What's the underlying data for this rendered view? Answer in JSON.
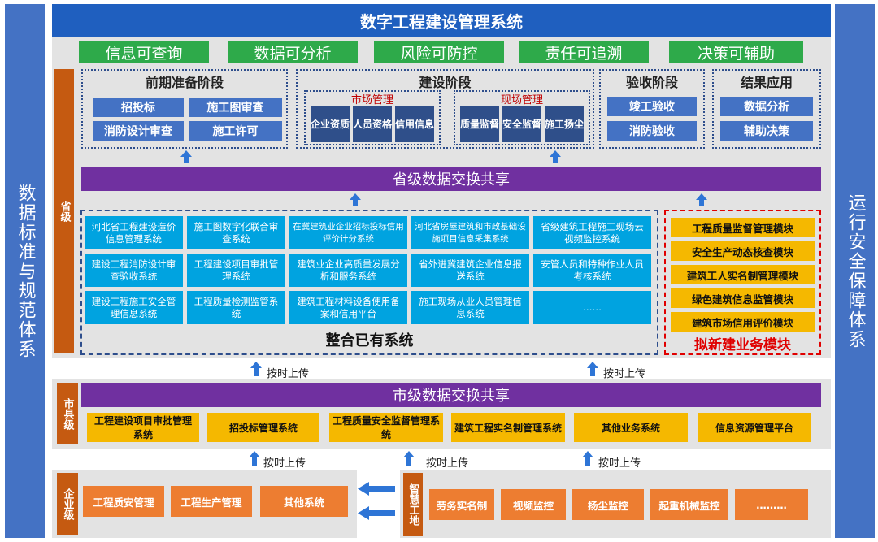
{
  "left_column": "数据标准与规范体系",
  "right_column": "运行安全保障体系",
  "title": "数字工程建设管理系统",
  "goals": [
    "信息可查询",
    "数据可分析",
    "风险可防控",
    "责任可追溯",
    "决策可辅助"
  ],
  "levels": {
    "province": "省级",
    "city": "市县级",
    "enterprise": "企业级",
    "site": "智慧工地"
  },
  "stages": {
    "prep": {
      "title": "前期准备阶段",
      "items": [
        "招投标",
        "施工图审查",
        "消防设计审查",
        "施工许可"
      ]
    },
    "build": {
      "title": "建设阶段",
      "market": {
        "title": "市场管理",
        "items": [
          "企业资质",
          "人员资格",
          "信用信息"
        ]
      },
      "site": {
        "title": "现场管理",
        "items": [
          "质量监督",
          "安全监督",
          "施工扬尘"
        ]
      }
    },
    "accept": {
      "title": "验收阶段",
      "items": [
        "竣工验收",
        "消防验收"
      ]
    },
    "result": {
      "title": "结果应用",
      "items": [
        "数据分析",
        "辅助决策"
      ]
    }
  },
  "province_exchange": "省级数据交换共享",
  "existing_systems": {
    "title": "整合已有系统",
    "items": [
      "河北省工程建设造价信息管理系统",
      "施工图数字化联合审查系统",
      "在冀建筑业企业招标投标信用评价计分系统",
      "河北省房屋建筑和市政基础设施项目信息采集系统",
      "省级建筑工程施工现场云视频监控系统",
      "建设工程消防设计审查验收系统",
      "工程建设项目审批管理系统",
      "建筑业企业高质量发展分析和服务系统",
      "省外进冀建筑企业信息报送系统",
      "安管人员和特种作业人员考核系统",
      "建设工程施工安全管理信息系统",
      "工程质量检测监管系统",
      "建筑工程材料设备使用备案和信用平台",
      "施工现场从业人员管理信息系统",
      "……"
    ]
  },
  "new_modules": {
    "title": "拟新建业务模块",
    "items": [
      "工程质量监督管理模块",
      "安全生产动态核查模块",
      "建筑工人实名制管理模块",
      "绿色建筑信息监管模块",
      "建筑市场信用评价模块"
    ]
  },
  "upload_label": "按时上传",
  "city_exchange": "市级数据交换共享",
  "city_systems": [
    "工程建设项目审批管理系统",
    "招投标管理系统",
    "工程质量安全监督管理系统",
    "建筑工程实名制管理系统",
    "其他业务系统",
    "信息资源管理平台"
  ],
  "enterprise_systems": [
    "工程质安管理",
    "工程生产管理",
    "其他系统"
  ],
  "site_systems": [
    "劳务实名制",
    "视频监控",
    "扬尘监控",
    "起重机械监控",
    "………"
  ],
  "colors": {
    "title_blue": "#1f5fbf",
    "side_blue": "#4472c4",
    "green": "#2eaa4a",
    "purple": "#7030a0",
    "cyan": "#00a3e0",
    "yellow": "#f5b800",
    "orange": "#ed7d31",
    "level_tab": "#c55a11"
  }
}
